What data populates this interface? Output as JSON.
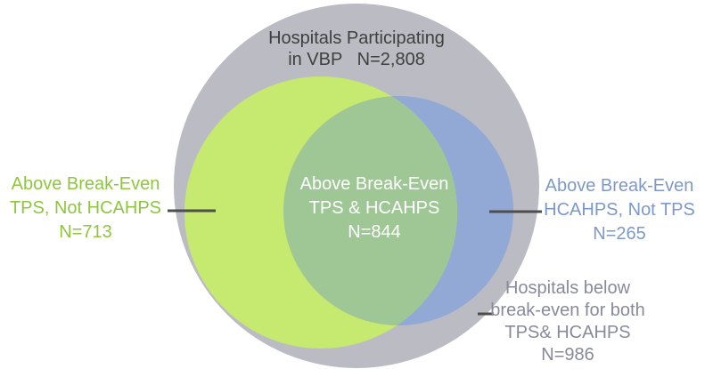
{
  "colors": {
    "outer_circle": "#bbbbc4",
    "green_circle": "#c6e96f",
    "blue_circle": "#92a8d5",
    "overlap": "#9fc795",
    "title_text": "#3f3f3f",
    "green_text": "#8ec63d",
    "blue_text": "#7d99c8",
    "gray_text": "#888a9b",
    "connector": "#4d4d4d",
    "center_text": "#ffffff"
  },
  "venn": {
    "title": {
      "lines": [
        "Hospitals Participating",
        "in VBP   N=2,808"
      ]
    },
    "left_label": {
      "lines": [
        "Above Break-Even",
        "TPS, Not HCAHPS",
        "N=713"
      ]
    },
    "center_label": {
      "lines": [
        "Above Break-Even",
        "TPS & HCAHPS",
        "N=844"
      ]
    },
    "right_label": {
      "lines": [
        "Above Break-Even",
        "HCAHPS, Not TPS",
        "N=265"
      ]
    },
    "bottom_label": {
      "lines": [
        "Hospitals below",
        "break-even for both",
        "TPS& HCAHPS",
        "N=986"
      ]
    }
  },
  "set_values": {
    "hospitals_participating_vbp_total": 2808,
    "above_break_even_tps_not_hcahps": 713,
    "above_break_even_tps_and_hcahps": 844,
    "above_break_even_hcahps_not_tps": 265,
    "below_break_even_both": 986
  }
}
